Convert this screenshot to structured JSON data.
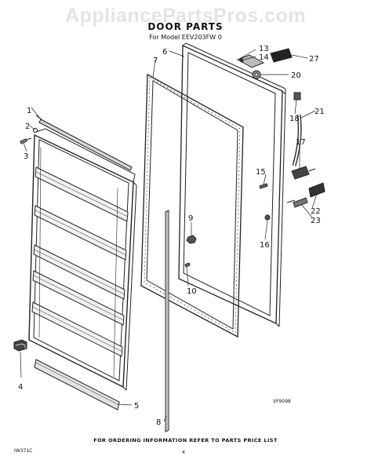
{
  "watermark": "AppliancePartsPros.com",
  "title": "DOOR PARTS",
  "subtitle": "For Model EEV203FW 0",
  "diagram_code": "VF9098",
  "footer": "FOR ORDERING INFORMATION REFER TO PARTS PRICE LIST",
  "doc_id": "IW371C",
  "page_number": "4",
  "callouts": [
    "1",
    "2",
    "3",
    "4",
    "5",
    "6",
    "7",
    "8",
    "9",
    "10",
    "13",
    "14",
    "15",
    "16",
    "17",
    "18",
    "20",
    "21",
    "22",
    "23",
    "27"
  ]
}
